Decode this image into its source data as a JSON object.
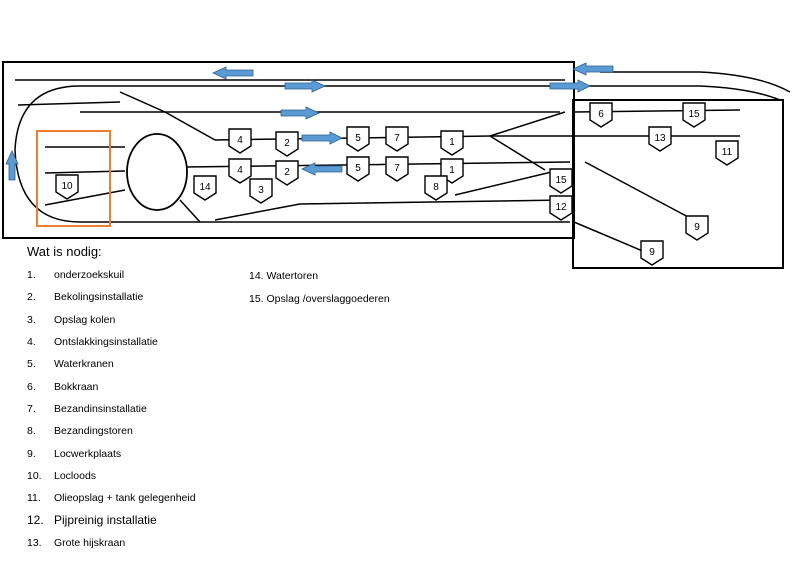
{
  "diagram": {
    "tags": [
      {
        "id": "tag-10a",
        "label": "10"
      },
      {
        "id": "tag-4a",
        "label": "4"
      },
      {
        "id": "tag-2a",
        "label": "2"
      },
      {
        "id": "tag-5a",
        "label": "5"
      },
      {
        "id": "tag-7a",
        "label": "7"
      },
      {
        "id": "tag-1a",
        "label": "1"
      },
      {
        "id": "tag-4b",
        "label": "4"
      },
      {
        "id": "tag-2b",
        "label": "2"
      },
      {
        "id": "tag-5b",
        "label": "5"
      },
      {
        "id": "tag-7b",
        "label": "7"
      },
      {
        "id": "tag-1b",
        "label": "1"
      },
      {
        "id": "tag-14",
        "label": "14"
      },
      {
        "id": "tag-3",
        "label": "3"
      },
      {
        "id": "tag-8",
        "label": "8"
      },
      {
        "id": "tag-6",
        "label": "6"
      },
      {
        "id": "tag-15a",
        "label": "15"
      },
      {
        "id": "tag-13",
        "label": "13"
      },
      {
        "id": "tag-11",
        "label": "11"
      },
      {
        "id": "tag-15b",
        "label": "15"
      },
      {
        "id": "tag-12",
        "label": "12"
      },
      {
        "id": "tag-9a",
        "label": "9"
      },
      {
        "id": "tag-9b",
        "label": "9"
      }
    ],
    "colors": {
      "arrow": "#5b9bd5",
      "depot_box": "#ed7d31",
      "line": "#000000"
    }
  },
  "legend": {
    "title": "Wat is nodig:",
    "items": [
      {
        "num": "1.",
        "label": "onderzoekskuil"
      },
      {
        "num": "2.",
        "label": "Bekolingsinstallatie"
      },
      {
        "num": "3.",
        "label": "Opslag kolen"
      },
      {
        "num": "4.",
        "label": "Ontslakkingsinstallatie"
      },
      {
        "num": "5.",
        "label": "Waterkranen"
      },
      {
        "num": "6.",
        "label": "Bokkraan"
      },
      {
        "num": "7.",
        "label": "Bezandinsinstallatie"
      },
      {
        "num": "8.",
        "label": "Bezandingstoren"
      },
      {
        "num": "9.",
        "label": "Locwerkplaats"
      },
      {
        "num": "10.",
        "label": "Locloods"
      },
      {
        "num": "11.",
        "label": "Olieopslag + tank gelegenheid"
      },
      {
        "num": "12.",
        "label": "Pijpreinig installatie"
      },
      {
        "num": "13.",
        "label": "Grote hijskraan"
      }
    ],
    "items2": [
      {
        "label": "14. Watertoren"
      },
      {
        "label": "15. Opslag /overslaggoederen"
      }
    ]
  }
}
